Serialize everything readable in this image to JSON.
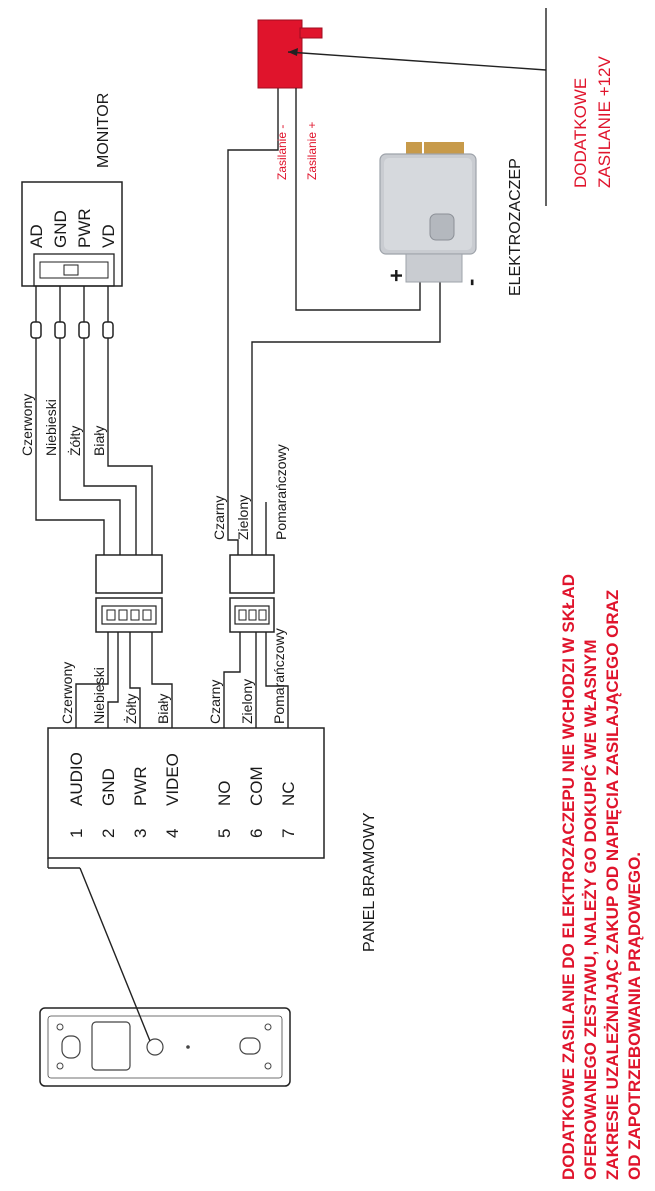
{
  "panel": {
    "title": "PANEL BRAMOWY",
    "terminals": [
      {
        "num": "1",
        "name": "AUDIO",
        "wire": "Czerwony"
      },
      {
        "num": "2",
        "name": "GND",
        "wire": "Niebieski"
      },
      {
        "num": "3",
        "name": "PWR",
        "wire": "Żółty"
      },
      {
        "num": "4",
        "name": "VIDEO",
        "wire": "Biały"
      },
      {
        "num": "5",
        "name": "NO",
        "wire": "Czarny"
      },
      {
        "num": "6",
        "name": "COM",
        "wire": "Zielony"
      },
      {
        "num": "7",
        "name": "NC",
        "wire": "Pomarańczowy"
      }
    ]
  },
  "monitor": {
    "title": "MONITOR",
    "pins": [
      "AD",
      "GND",
      "PWR",
      "VD"
    ],
    "wires": [
      "Czerwony",
      "Niebieski",
      "Żółty",
      "Biały"
    ]
  },
  "lock_wires": [
    "Czarny",
    "Zielony",
    "Pomarańczowy"
  ],
  "lock": {
    "title": "ELEKTROZACZEP",
    "plus": "+",
    "minus": "-"
  },
  "power": {
    "label_minus": "Zasilanie -",
    "label_plus": "Zasilanie +",
    "title_line1": "DODATKOWE",
    "title_line2": "ZASILANIE +12V"
  },
  "note": {
    "lines": [
      "DODATKOWE ZASILANIE DO ELEKTROZACZEPU NIE WCHODZI W SKŁAD",
      "OFEROWANEGO ZESTAWU, NALEŻY GO DOKUPIĆ WE WŁASNYM",
      "ZAKRESIE UZALEŻNIAJĄC ZAKUP OD NAPIĘCIA ZASILAJĄCEGO ORAZ",
      "OD ZAPOTRZEBOWANIA PRĄDOWEGO."
    ]
  },
  "colors": {
    "accent": "#e0142c",
    "line": "#222222",
    "lock_body": "#c9ccd1",
    "lock_top": "#c79a4a"
  }
}
